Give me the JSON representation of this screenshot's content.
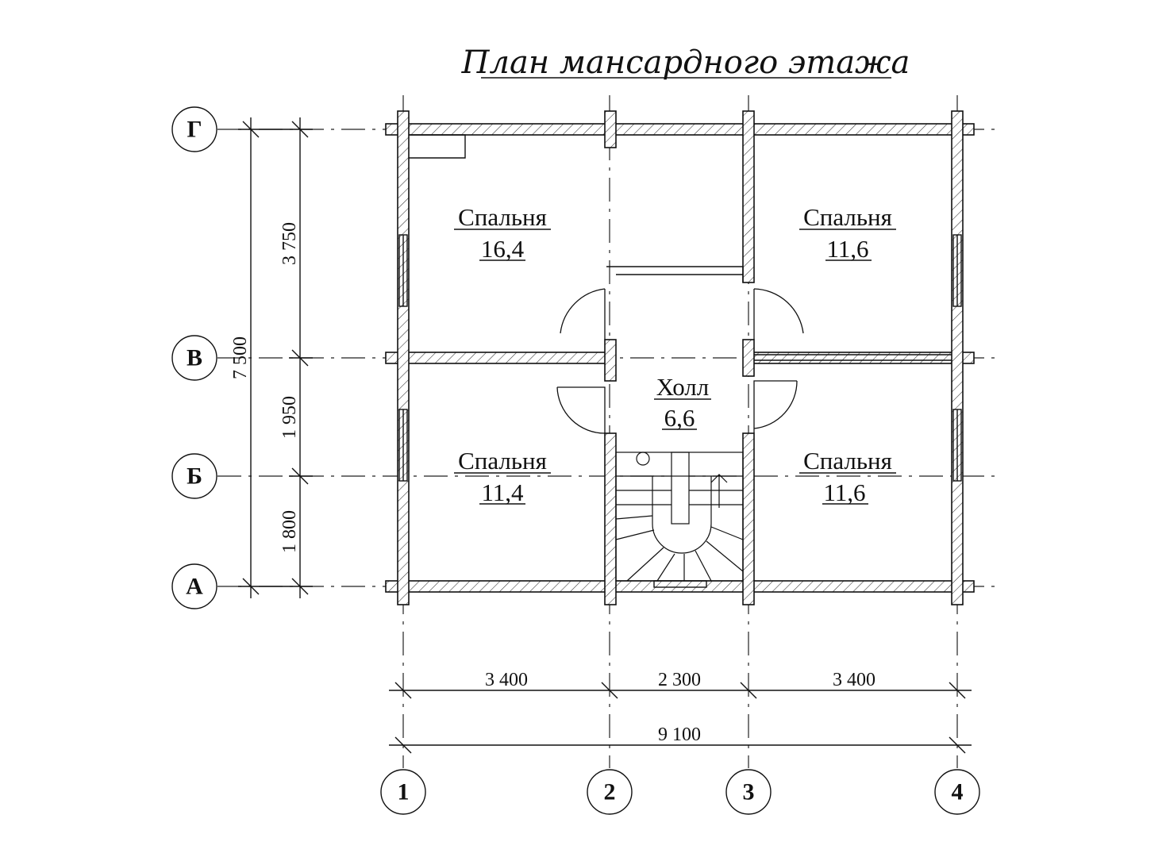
{
  "title": "План мансардного этажа",
  "rooms": [
    {
      "name": "Спальня",
      "area": "16,4"
    },
    {
      "name": "Спальня",
      "area": "11,6"
    },
    {
      "name": "Холл",
      "area": "6,6"
    },
    {
      "name": "Спальня",
      "area": "11,4"
    },
    {
      "name": "Спальня",
      "area": "11,6"
    }
  ],
  "axes": {
    "rows": [
      "Г",
      "В",
      "Б",
      "А"
    ],
    "columns": [
      "1",
      "2",
      "3",
      "4"
    ]
  },
  "dimensions": {
    "vertical": {
      "total": "7 500",
      "segments": [
        "3 750",
        "1 950",
        "1 800"
      ]
    },
    "horizontal": {
      "segments": [
        "3 400",
        "2 300",
        "3 400"
      ],
      "total": "9 100"
    }
  }
}
